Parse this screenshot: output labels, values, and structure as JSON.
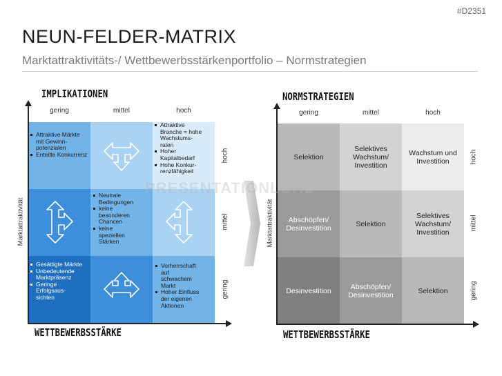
{
  "code": "#D2351",
  "title": "NEUN-FELDER-MATRIX",
  "subtitle": "Marktattraktivitäts-/ Wettbewerbsstärkenportfolio – Normstrategien",
  "watermark": "PRESENTATIONLOAD",
  "left": {
    "heading": "IMPLIKATIONEN",
    "x_axis_title": "WETTBEWERBSSTÄRKE",
    "y_axis_title": "Marktattraktivität",
    "columns": [
      "gering",
      "mittel",
      "hoch"
    ],
    "rows": [
      "hoch",
      "mittel",
      "gering"
    ],
    "cells": [
      {
        "id": "hoch-gering",
        "color": "#72b4e8",
        "bullets": [
          "Attraktive Märkte mit Gewinn-potenzialen",
          "Enteilte Konkurrenz"
        ]
      },
      {
        "id": "hoch-mittel",
        "color": "#a9d2f3",
        "icon": "double-arrow-left-right-down-icon"
      },
      {
        "id": "hoch-hoch",
        "color": "#d7ebfb",
        "bullets": [
          "Attraktive Branche = hohe Wachstums-raten",
          "Hoher Kapitalbedarf",
          "Hohe Konkur-renzfähigkeit"
        ]
      },
      {
        "id": "mittel-gering",
        "color": "#3d8fdc",
        "icon": "double-arrow-up-down-right-icon"
      },
      {
        "id": "mittel-mittel",
        "color": "#72b4e8",
        "bullets": [
          "Neutrale Bedingungen",
          "keine besonderen Chancen",
          "keine speziellen Stärken"
        ]
      },
      {
        "id": "mittel-hoch",
        "color": "#a9d2f3",
        "icon": "double-arrow-up-down-left-icon"
      },
      {
        "id": "gering-gering",
        "color": "#1f6fc0",
        "bullets": [
          "Gesättigte Märkte",
          "Unbedeutende Marktpräsenz",
          "Geringe Erfolgsaus-sichten"
        ]
      },
      {
        "id": "gering-mittel",
        "color": "#3d8fdc",
        "icon": "double-arrow-left-right-up-icon"
      },
      {
        "id": "gering-hoch",
        "color": "#72b4e8",
        "bullets": [
          "Vorherrschaft auf schwachem Markt",
          "Hoher Einfluss der eigenen Aktionen"
        ]
      }
    ]
  },
  "right": {
    "heading": "NORMSTRATEGIEN",
    "x_axis_title": "WETTBEWERBSSTÄRKE",
    "y_axis_title": "Marktattraktivität",
    "columns": [
      "gering",
      "mittel",
      "hoch"
    ],
    "rows": [
      "hoch",
      "mittel",
      "gering"
    ],
    "cells": [
      {
        "text": "Selektion",
        "color": "#b9b9b9"
      },
      {
        "text": "Selektives Wachstum/ Investition",
        "color": "#d3d3d3"
      },
      {
        "text": "Wachstum und Investition",
        "color": "#ededed"
      },
      {
        "text": "Abschöpfen/ Desinvestition",
        "color": "#9b9b9b"
      },
      {
        "text": "Selektion",
        "color": "#b9b9b9"
      },
      {
        "text": "Selektives Wachstum/ Investition",
        "color": "#d3d3d3"
      },
      {
        "text": "Desinvestition",
        "color": "#808080"
      },
      {
        "text": "Abschöpfen/ Desinvestition",
        "color": "#9b9b9b"
      },
      {
        "text": "Selektion",
        "color": "#b9b9b9"
      }
    ]
  }
}
